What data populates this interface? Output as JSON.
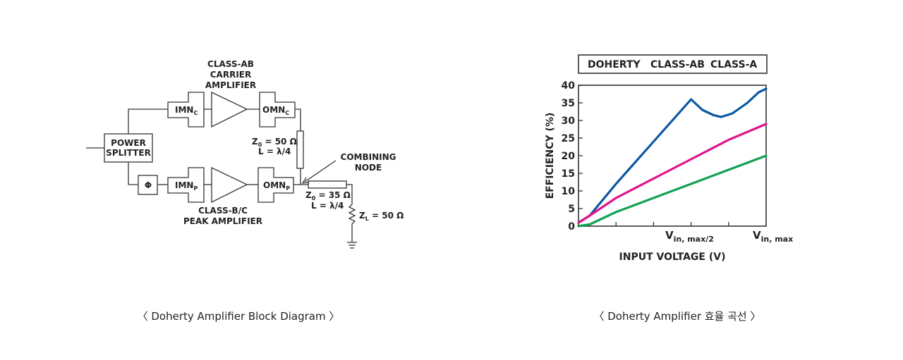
{
  "block_diagram": {
    "input_block": "POWER",
    "input_block_2": "SPLITTER",
    "phase_symbol": "Φ",
    "imn_c": "IMN",
    "imn_c_sub": "C",
    "omn_c": "OMN",
    "omn_c_sub": "C",
    "imn_p": "IMN",
    "imn_p_sub": "P",
    "omn_p": "OMN",
    "omn_p_sub": "P",
    "carrier_label_1": "CLASS-AB",
    "carrier_label_2": "CARRIER",
    "carrier_label_3": "AMPLIFIER",
    "peak_label_1": "CLASS-B/C",
    "peak_label_2": "PEAK AMPLIFIER",
    "z0_1_line1": "Z",
    "z0_1_sub": "0",
    "z0_1_val": " = 50 Ω",
    "l_1": "L = λ/4",
    "z0_2_line1": "Z",
    "z0_2_sub": "0",
    "z0_2_val": " = 35 Ω",
    "l_2": "L = λ/4",
    "combining_1": "COMBINING",
    "combining_2": "NODE",
    "zl": "Z",
    "zl_sub": "L",
    "zl_val": " = 50 Ω"
  },
  "captions": {
    "left": "〈 Doherty Amplifier Block Diagram 〉",
    "right": "〈 Doherty Amplifier 효율 곡선 〉"
  },
  "chart_data": {
    "type": "line",
    "legend": [
      {
        "name": "DOHERTY",
        "color": "#0a57a4"
      },
      {
        "name": "CLASS-AB",
        "color": "#e0148c"
      },
      {
        "name": "CLASS-A",
        "color": "#11a150"
      }
    ],
    "legend_position": "top",
    "ylabel": "EFFICIENCY (%)",
    "xlabel": "INPUT VOLTAGE (V)",
    "ylim": [
      0,
      40
    ],
    "yticks": [
      "0",
      "5",
      "10",
      "15",
      "20",
      "25",
      "30",
      "35",
      "40"
    ],
    "xlim": [
      0,
      1
    ],
    "xtick_labels": [
      {
        "x": 0.5,
        "main": "V",
        "sub": "in, max/2"
      },
      {
        "x": 1.0,
        "main": "V",
        "sub": "in, max"
      }
    ],
    "grid": false,
    "series": [
      {
        "name": "DOHERTY",
        "color": "#0a57a4",
        "x": [
          0,
          0.06,
          0.2,
          0.4,
          0.6,
          0.66,
          0.72,
          0.76,
          0.82,
          0.9,
          0.96,
          1.0
        ],
        "y": [
          1,
          3,
          12,
          24,
          36,
          33,
          31.5,
          31,
          32,
          35,
          38,
          39
        ]
      },
      {
        "name": "CLASS-AB",
        "color": "#e0148c",
        "x": [
          0,
          0.06,
          0.2,
          0.4,
          0.6,
          0.8,
          1.0
        ],
        "y": [
          1,
          3,
          8,
          13.5,
          19,
          24.5,
          29
        ]
      },
      {
        "name": "CLASS-A",
        "color": "#11a150",
        "x": [
          0,
          0.06,
          0.2,
          0.4,
          0.6,
          0.8,
          1.0
        ],
        "y": [
          0,
          0.5,
          4,
          8,
          12,
          16,
          20
        ]
      }
    ]
  }
}
